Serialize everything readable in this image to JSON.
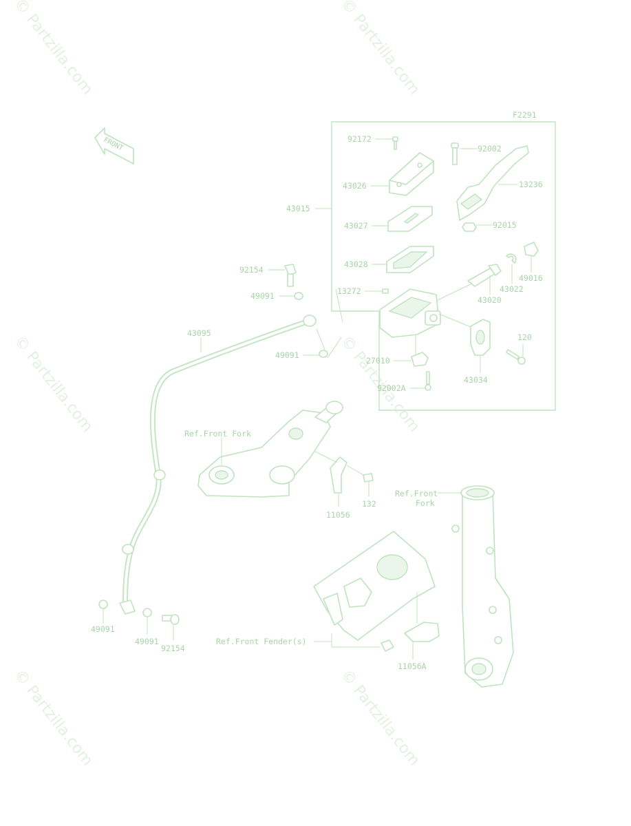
{
  "diagram_code": "F2291",
  "watermark": "© Partzilla.com",
  "front_arrow": "FRONT",
  "labels": {
    "p92172": "92172",
    "p92002": "92002",
    "p43026": "43026",
    "p13236": "13236",
    "p43015": "43015",
    "p43027": "43027",
    "p92015": "92015",
    "p43028": "43028",
    "p49016": "49016",
    "p43022": "43022",
    "p13272": "13272",
    "p43020": "43020",
    "p120": "120",
    "p27010": "27010",
    "p43034": "43034",
    "p92002a": "92002A",
    "p92154_top": "92154",
    "p49091_top": "49091",
    "p43095": "43095",
    "p49091_mid": "49091",
    "ref_front_fork_1": "Ref.Front Fork",
    "p132": "132",
    "p11056": "11056",
    "ref_front_fork_2a": "Ref.Front",
    "ref_front_fork_2b": "Fork",
    "p49091_bl": "49091",
    "p49091_bm": "49091",
    "p92154_b": "92154",
    "ref_front_fender": "Ref.Front Fender(s)",
    "p11056a": "11056A"
  }
}
